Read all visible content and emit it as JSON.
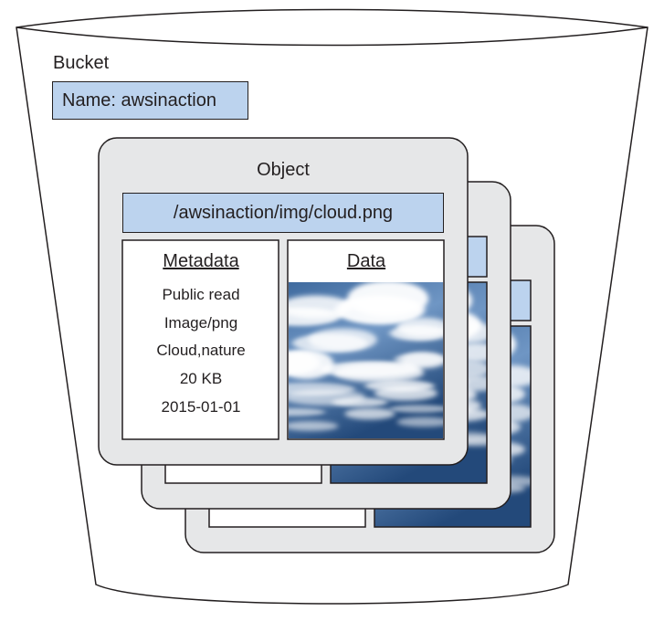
{
  "bucket": {
    "label": "Bucket",
    "name": "Name: awsinaction"
  },
  "object": {
    "title": "Object",
    "key": "/awsinaction/img/cloud.png",
    "metadata_heading": "Metadata",
    "data_heading": "Data",
    "metadata": [
      "Public read",
      "Image/png",
      "Cloud,nature",
      "20 KB",
      "2015-01-01"
    ]
  },
  "colors": {
    "outline": "#231f20",
    "card_fill": "#e6e7e8",
    "label_fill": "#bcd3ee",
    "sky_dark": "#28507f",
    "sky_light": "#8fb4d8"
  }
}
